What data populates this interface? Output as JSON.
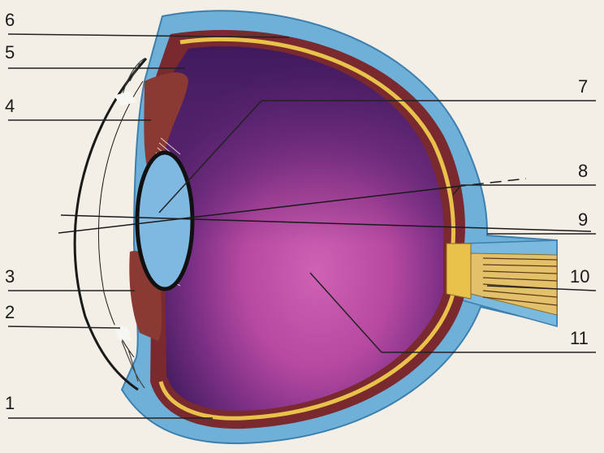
{
  "diagram": {
    "labels": [
      {
        "id": "1",
        "text": "1"
      },
      {
        "id": "2",
        "text": "2"
      },
      {
        "id": "3",
        "text": "3"
      },
      {
        "id": "4",
        "text": "4"
      },
      {
        "id": "5",
        "text": "5"
      },
      {
        "id": "6",
        "text": "6"
      },
      {
        "id": "7",
        "text": "7"
      },
      {
        "id": "8",
        "text": "8"
      },
      {
        "id": "9",
        "text": "9"
      },
      {
        "id": "10",
        "text": "10"
      },
      {
        "id": "11",
        "text": "11"
      }
    ],
    "colors": {
      "background": "#f3efe6",
      "sclera": "#6fb0d8",
      "choroid": "#7a2a2e",
      "retina": "#e8c24a",
      "vitreous_top": "#4a1e63",
      "vitreous_bottom": "#c24fa6",
      "lens": "#7fb8e0",
      "iris": "#8a3a32",
      "cornea_line": "#1a1a1a",
      "optic_nerve": "#e3c06a"
    }
  }
}
